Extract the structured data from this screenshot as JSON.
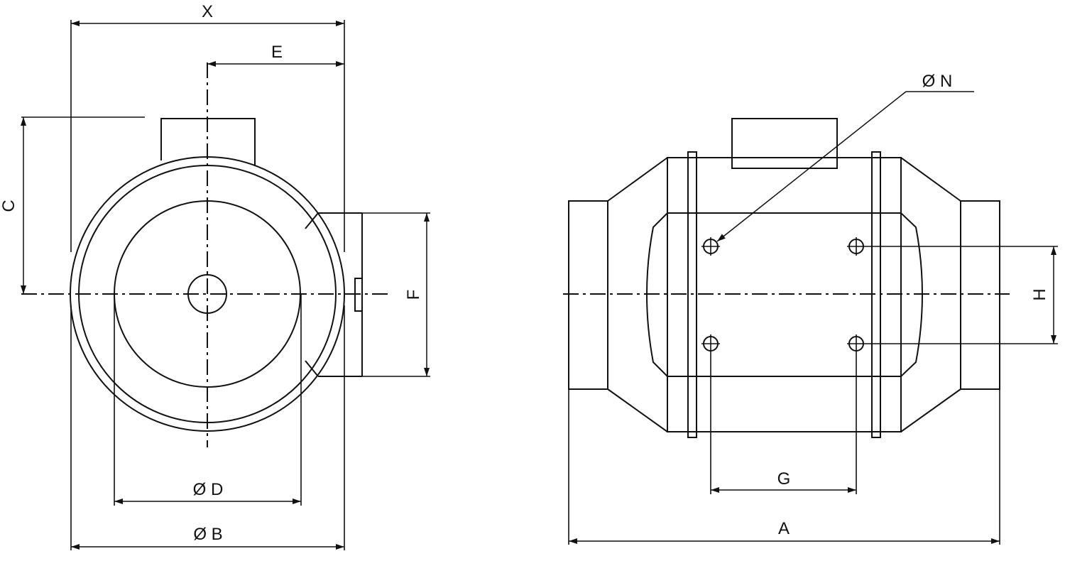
{
  "labels": {
    "x": "X",
    "e": "E",
    "c": "C",
    "f": "F",
    "d": "Ø D",
    "b": "Ø B",
    "n": "Ø N",
    "h": "H",
    "g": "G",
    "a": "A"
  }
}
